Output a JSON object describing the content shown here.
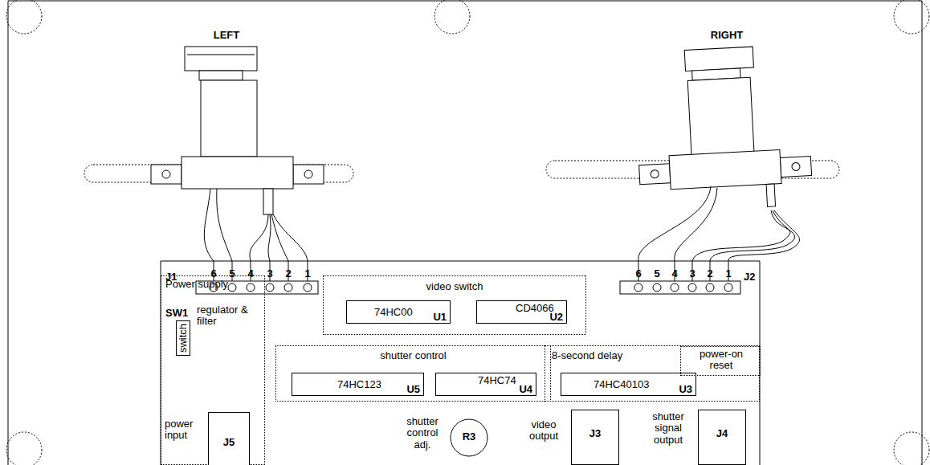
{
  "diagram": {
    "nodes": [
      {
        "text": [
          "Power supply"
        ]
      },
      {
        "text": [
          "switch"
        ],
        "in": 0
      },
      {
        "text": [
          "J5"
        ],
        "in": 0
      },
      {
        "text": [
          "video switch"
        ]
      },
      {
        "text": [
          "74HC00",
          "U1"
        ],
        "in": 3
      },
      {
        "text": [
          "CD4066",
          "U2"
        ],
        "in": 3
      },
      {
        "text": [
          "shutter control"
        ]
      },
      {
        "text": [
          "74HC123",
          "U5"
        ],
        "in": 6
      },
      {
        "text": [
          "74HC74",
          "U4"
        ],
        "in": 6
      },
      {
        "text": [
          "8-second delay"
        ]
      },
      {
        "text": [
          "74HC40103",
          "U3"
        ],
        "in": 9
      },
      {
        "text": [
          "power-on reset"
        ],
        "in": 9
      },
      {
        "text": [
          "R3"
        ]
      },
      {
        "text": [
          "J3"
        ]
      },
      {
        "text": [
          "J4"
        ]
      }
    ],
    "labels": [
      "LEFT",
      "RIGHT",
      "J1",
      "6",
      "5",
      "4",
      "3",
      "2",
      "1",
      "J2",
      "6",
      "5",
      "4",
      "3",
      "2",
      "1",
      "SW1",
      "regulator & filter",
      "power input",
      "shutter control adj.",
      "video output",
      "shutter signal output"
    ]
  }
}
